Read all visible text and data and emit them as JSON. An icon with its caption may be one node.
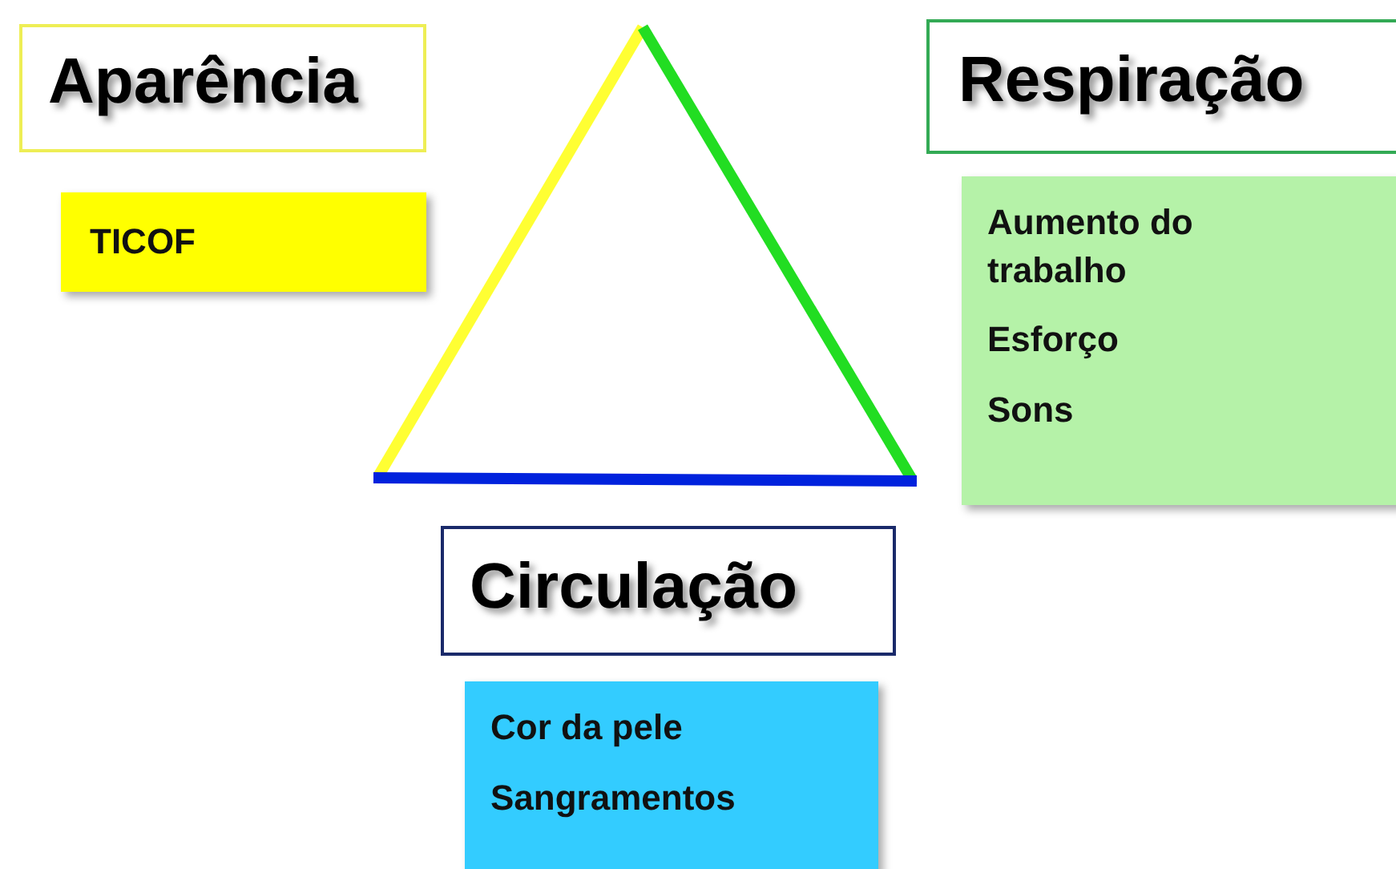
{
  "diagram": {
    "nodes": [
      {
        "text": [
          "Aparência"
        ]
      },
      {
        "text": [
          "TICOF"
        ]
      },
      {
        "text": [
          "Respiração"
        ]
      },
      {
        "text": [
          "Aumento do trabalho",
          "Esforço",
          "Sons"
        ]
      },
      {
        "text": [
          "Circulação"
        ]
      },
      {
        "text": [
          "Cor da pele",
          "Sangramentos"
        ]
      }
    ]
  }
}
